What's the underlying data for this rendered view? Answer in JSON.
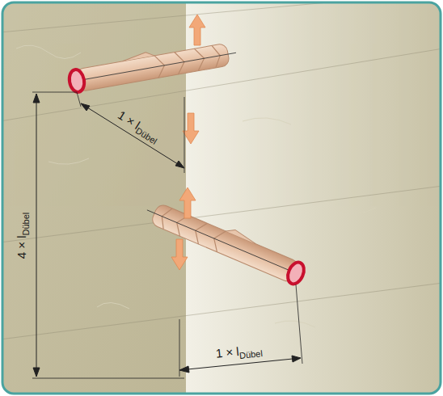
{
  "diagram": {
    "labels": [
      "1 × l",
      "Dübel",
      "4 × l",
      "Dübel",
      "1 × l",
      "Dübel"
    ]
  }
}
